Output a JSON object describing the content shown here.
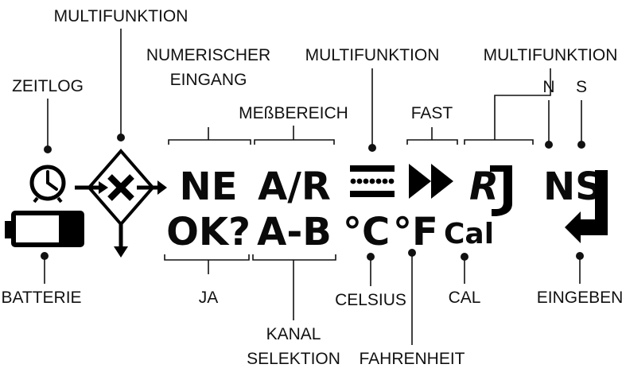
{
  "labels": {
    "multifunktion_left": "MULTIFUNKTION",
    "numerischer": "NUMERISCHER",
    "eingang": "EINGANG",
    "multifunktion_mid": "MULTIFUNKTION",
    "multifunktion_right": "MULTIFUNKTION",
    "zeitlog": "ZEITLOG",
    "messbereich": "MEßBEREICH",
    "fast": "FAST",
    "n": "N",
    "s": "S",
    "batterie": "BATTERIE",
    "ja": "JA",
    "celsius": "CELSIUS",
    "cal_label": "CAL",
    "eingeben": "EINGEBEN",
    "kanal": "KANAL",
    "selektion": "SELEKTION",
    "fahrenheit": "FAHRENHEIT"
  },
  "segments": {
    "ne": "NE",
    "ar": "A/R",
    "rtns": "NS",
    "ok": "OK?",
    "ab": "A-B",
    "celsius_sym": "°C",
    "fahrenheit_sym": "°F",
    "cal_sym": "Cal"
  }
}
